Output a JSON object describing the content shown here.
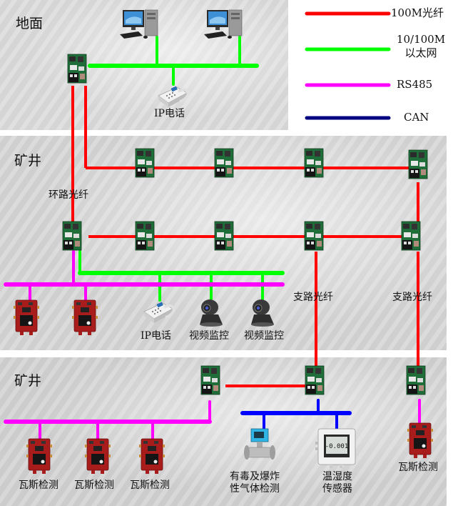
{
  "legend": [
    {
      "label": "100M光纤",
      "color": "#ff0000"
    },
    {
      "label": "10/100M 以太网",
      "label_lines": [
        "10/100M",
        "以太网"
      ],
      "color": "#00ff00"
    },
    {
      "label": "RS485",
      "color": "#ff00ff"
    },
    {
      "label": "CAN",
      "color": "#000080"
    }
  ],
  "zones": {
    "ground": "地面",
    "mine_upper": "矿井",
    "mine_lower": "矿井"
  },
  "annotations": {
    "ring_fiber": "环路光纤",
    "branch_fiber_1": "支路光纤",
    "branch_fiber_2": "支路光纤"
  },
  "ground": {
    "computers": [
      "computer-icon",
      "computer-icon"
    ],
    "phone_label": "IP电话"
  },
  "mine_upper": {
    "gas_detectors": 2,
    "phone_label": "IP电话",
    "camera_labels": [
      "视频监控",
      "视频监控"
    ]
  },
  "mine_lower": {
    "gas_labels": [
      "瓦斯检测",
      "瓦斯检测",
      "瓦斯检测"
    ],
    "toxic_gas_label_lines": [
      "有毒及爆炸",
      "性气体检测"
    ],
    "temp_humidity_label_lines": [
      "温湿度",
      "传感器"
    ],
    "right_gas_label": "瓦斯检测",
    "display_reading": "-0.001"
  },
  "colors": {
    "fiber": "#ff0000",
    "ethernet": "#00ff00",
    "rs485": "#ff00ff",
    "can_legend": "#000080",
    "can_bus": "#0000ff",
    "switch_board": "#1f6e3a",
    "gas_detector": "#a81c1c"
  }
}
